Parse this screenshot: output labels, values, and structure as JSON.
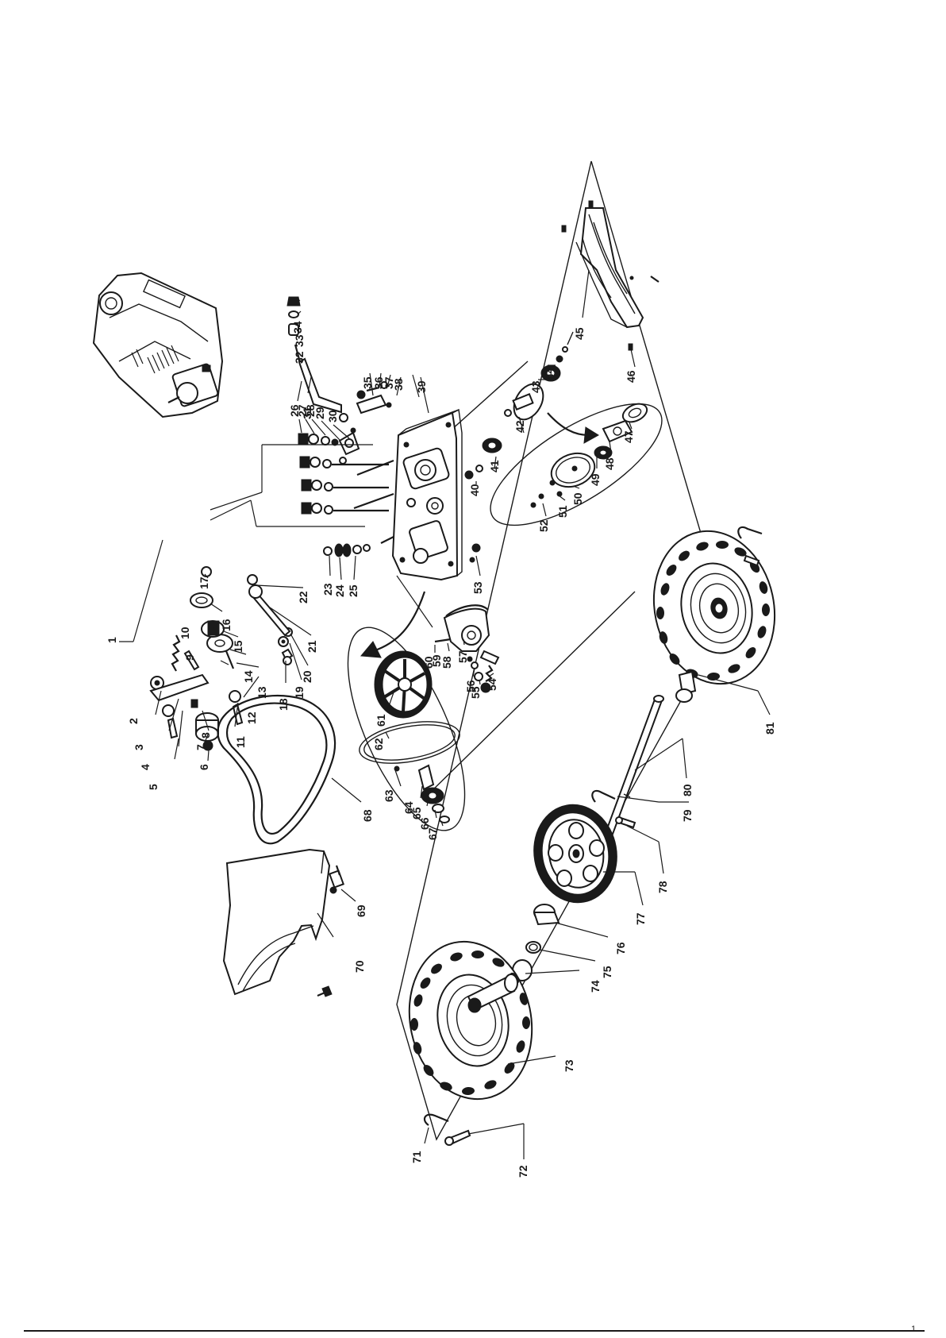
{
  "diagram": {
    "type": "exploded-parts-diagram",
    "part_numbers": [
      "1",
      "2",
      "3",
      "4",
      "5",
      "6",
      "7",
      "8",
      "9",
      "10",
      "11",
      "12",
      "13",
      "14",
      "15",
      "16",
      "17",
      "18",
      "19",
      "20",
      "21",
      "22",
      "23",
      "24",
      "25",
      "26",
      "27",
      "28",
      "29",
      "30",
      "31",
      "32",
      "33",
      "34",
      "35",
      "36",
      "37",
      "38",
      "39",
      "40",
      "41",
      "42",
      "43",
      "44",
      "45",
      "46",
      "47",
      "48",
      "49",
      "50",
      "51",
      "52",
      "53",
      "54",
      "55",
      "56",
      "57",
      "58",
      "59",
      "60",
      "61",
      "62",
      "63",
      "64",
      "65",
      "66",
      "67",
      "68",
      "69",
      "70",
      "71",
      "72",
      "73",
      "74",
      "75",
      "76",
      "77",
      "78",
      "79",
      "80",
      "81"
    ],
    "icons": {
      "engine": "engine-icon",
      "gearbox": "gearbox-icon",
      "pulley": "pulley-icon",
      "belt": "drive-belt-icon",
      "belt_cover": "belt-cover-icon",
      "chain_guard": "chain-guard-icon",
      "sprocket": "sprocket-gear-icon",
      "wheel": "wheel-icon",
      "axle": "axle-icon",
      "arrow": "arrow-icon"
    },
    "colors": {
      "ink": "#1a1a1a",
      "paper": "#ffffff"
    }
  },
  "page": {
    "mark": "1"
  }
}
